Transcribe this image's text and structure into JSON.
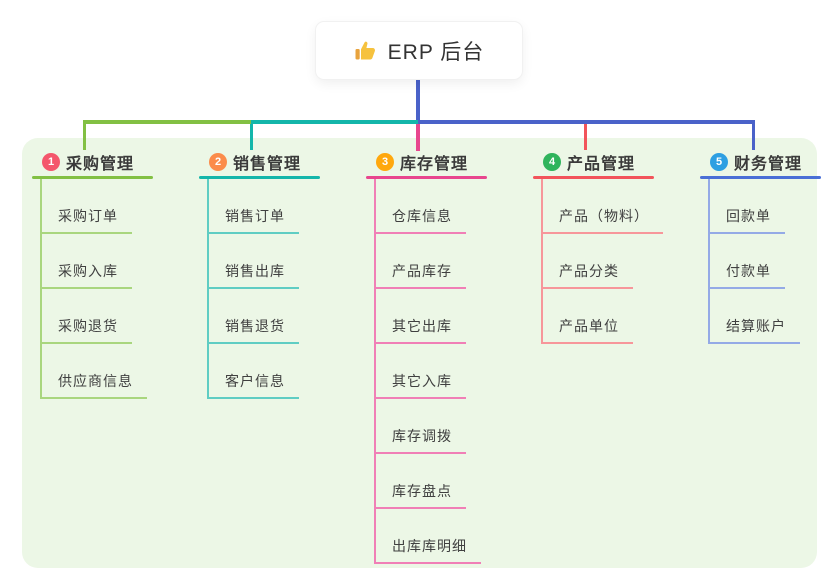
{
  "root": {
    "title": "ERP 后台",
    "icon": "thumbs-up"
  },
  "colors": {
    "panel_bg": "#ecf7e6",
    "trunk_blue": "#4a62c9",
    "thumb_yellow": "#f6c23e",
    "thumb_cuff": "#e8a33d"
  },
  "branches": [
    {
      "num": "1",
      "title": "采购管理",
      "badge_color": "#f4566c",
      "line_color": "#82c043",
      "light_color": "#a9d67e",
      "items": [
        "采购订单",
        "采购入库",
        "采购退货",
        "供应商信息"
      ]
    },
    {
      "num": "2",
      "title": "销售管理",
      "badge_color": "#fb8c4b",
      "line_color": "#14b6aa",
      "light_color": "#5fcdc3",
      "items": [
        "销售订单",
        "销售出库",
        "销售退货",
        "客户信息"
      ]
    },
    {
      "num": "3",
      "title": "库存管理",
      "badge_color": "#ffa80d",
      "line_color": "#e8468e",
      "light_color": "#f07fb6",
      "items": [
        "仓库信息",
        "产品库存",
        "其它出库",
        "其它入库",
        "库存调拨",
        "库存盘点",
        "出库库明细"
      ]
    },
    {
      "num": "4",
      "title": "产品管理",
      "badge_color": "#2fb45c",
      "line_color": "#f2545b",
      "light_color": "#f7969a",
      "items": [
        "产品（物料）",
        "产品分类",
        "产品单位"
      ]
    },
    {
      "num": "5",
      "title": "财务管理",
      "badge_color": "#2d9fe2",
      "line_color": "#4a6fd6",
      "light_color": "#94aae6",
      "items": [
        "回款单",
        "付款单",
        "结算账户"
      ]
    }
  ]
}
